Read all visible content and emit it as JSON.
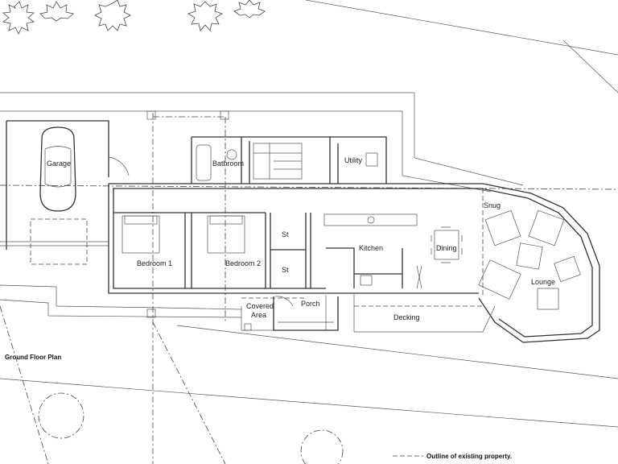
{
  "rooms": {
    "garage": "Garage",
    "bathroom": "Bathroom",
    "utility": "Utility",
    "snug": "Snug",
    "st_upper": "St",
    "st_lower": "St",
    "kitchen": "Kitchen",
    "dining": "Dining",
    "bedroom1": "Bedroom 1",
    "bedroom2": "Bedroom 2",
    "lounge": "Lounge",
    "covered_line1": "Covered",
    "covered_line2": "Area",
    "porch": "Porch",
    "decking": "Decking"
  },
  "plan_title": "Ground Floor Plan",
  "legend": {
    "line_style": "dashed",
    "label": "Outline of existing property."
  }
}
